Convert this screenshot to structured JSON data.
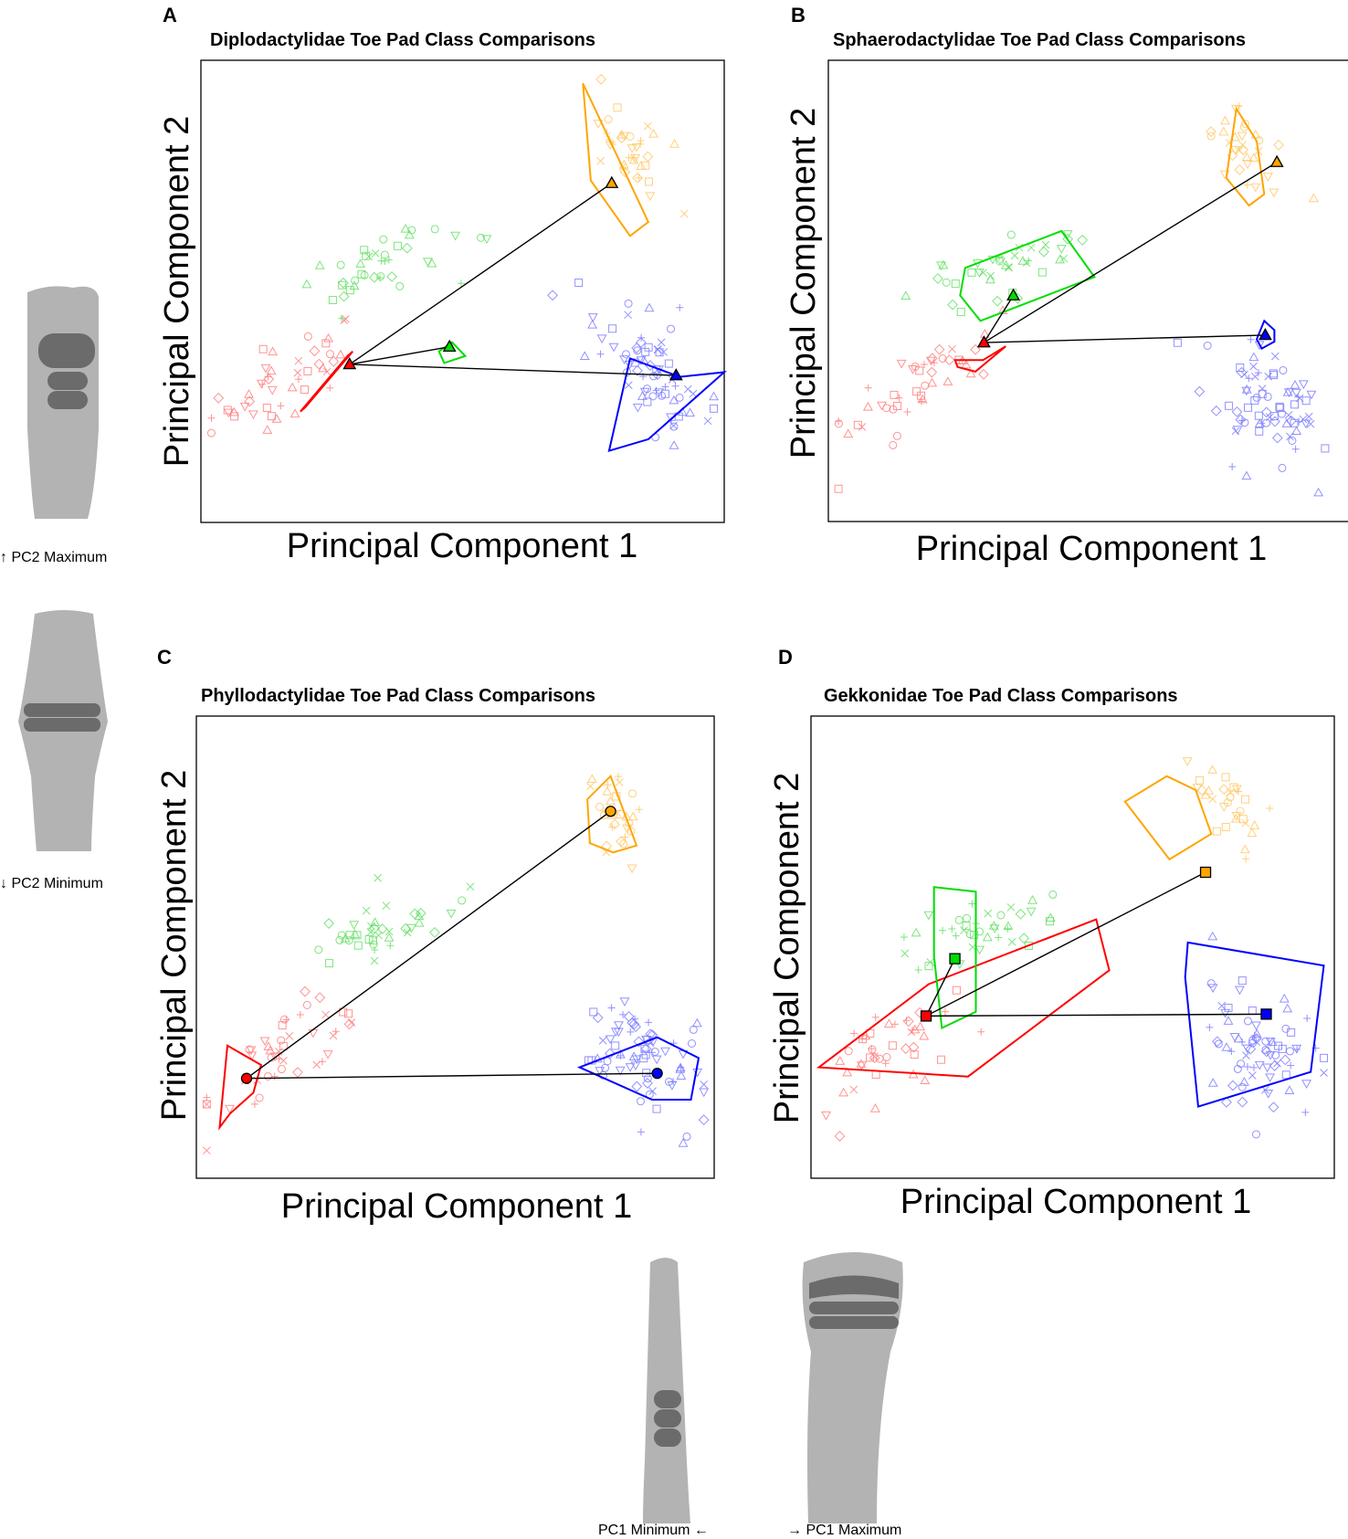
{
  "colors": {
    "red": "#ff0000",
    "green": "#00dd00",
    "orange": "#ffa500",
    "blue": "#0000ff",
    "toe_light": "#b3b3b3",
    "toe_dark": "#6b6b6b"
  },
  "panels": [
    {
      "letter": "A",
      "title": "Diplodactylidae Toe Pad Class Comparisons",
      "xlabel": "Principal Component 1",
      "ylabel": "Principal Component 2"
    },
    {
      "letter": "B",
      "title": "Sphaerodactylidae Toe Pad Class Comparisons",
      "xlabel": "Principal Component 1",
      "ylabel": "Principal Component 2"
    },
    {
      "letter": "C",
      "title": "Phyllodactylidae Toe Pad Class Comparisons",
      "xlabel": "Principal Component 1",
      "ylabel": "Principal Component 2"
    },
    {
      "letter": "D",
      "title": "Gekkonidae Toe Pad Class Comparisons",
      "xlabel": "Principal Component 1",
      "ylabel": "Principal Component 2"
    }
  ],
  "toe_captions": {
    "pc2_max": "↑ PC2 Maximum",
    "pc2_min": "↓ PC2 Minimum",
    "pc1_min": "PC1 Minimum ←",
    "pc1_max": "→ PC1 Maximum"
  },
  "chart_data": [
    {
      "type": "scatter",
      "title": "Diplodactylidae Toe Pad Class Comparisons",
      "xlabel": "Principal Component 1",
      "ylabel": "Principal Component 2",
      "xlim": [
        0,
        10
      ],
      "ylim": [
        0,
        10
      ],
      "background_groups": [
        {
          "color": "red",
          "center": [
            1.5,
            3.1
          ],
          "spread": [
            1.4,
            0.9
          ],
          "n": 45,
          "slope": 0.55
        },
        {
          "color": "green",
          "center": [
            3.4,
            5.5
          ],
          "spread": [
            1.3,
            0.8
          ],
          "n": 40,
          "slope": 0.3
        },
        {
          "color": "orange",
          "center": [
            8.2,
            8.0
          ],
          "spread": [
            0.6,
            1.0
          ],
          "n": 35,
          "slope": -0.8
        },
        {
          "color": "blue",
          "center": [
            8.6,
            3.3
          ],
          "spread": [
            0.9,
            1.3
          ],
          "n": 70,
          "slope": -0.5
        }
      ],
      "hulls": [
        {
          "color": "red",
          "points": [
            [
              1.9,
              2.4
            ],
            [
              2.8,
              3.6
            ],
            [
              2.9,
              3.7
            ],
            [
              2.0,
              2.5
            ]
          ]
        },
        {
          "color": "green",
          "points": [
            [
              4.55,
              3.7
            ],
            [
              4.8,
              3.9
            ],
            [
              5.05,
              3.6
            ],
            [
              4.65,
              3.45
            ]
          ]
        },
        {
          "color": "orange",
          "points": [
            [
              7.3,
              9.5
            ],
            [
              8.55,
              6.5
            ],
            [
              8.2,
              6.2
            ],
            [
              7.45,
              7.4
            ]
          ]
        },
        {
          "color": "blue",
          "points": [
            [
              8.2,
              3.55
            ],
            [
              9.15,
              3.15
            ],
            [
              10.0,
              3.25
            ],
            [
              8.55,
              1.8
            ],
            [
              7.8,
              1.55
            ]
          ]
        }
      ],
      "centroids": [
        {
          "color": "red",
          "marker": "triangle",
          "x": 2.84,
          "y": 3.42
        },
        {
          "color": "green",
          "marker": "triangle",
          "x": 4.75,
          "y": 3.8
        },
        {
          "color": "orange",
          "marker": "triangle",
          "x": 7.85,
          "y": 7.34
        },
        {
          "color": "blue",
          "marker": "triangle",
          "x": 9.08,
          "y": 3.18
        }
      ],
      "vectors_from": "red",
      "vectors_to": [
        "green",
        "orange",
        "blue"
      ]
    },
    {
      "type": "scatter",
      "title": "Sphaerodactylidae Toe Pad Class Comparisons",
      "xlabel": "Principal Component 1",
      "ylabel": "Principal Component 2",
      "xlim": [
        0,
        10
      ],
      "ylim": [
        0,
        10
      ],
      "background_groups": [
        {
          "color": "red",
          "center": [
            1.6,
            2.9
          ],
          "spread": [
            1.4,
            0.9
          ],
          "n": 45,
          "slope": 0.55
        },
        {
          "color": "green",
          "center": [
            3.2,
            5.4
          ],
          "spread": [
            1.3,
            0.9
          ],
          "n": 40,
          "slope": 0.3
        },
        {
          "color": "orange",
          "center": [
            8.2,
            8.0
          ],
          "spread": [
            0.7,
            1.0
          ],
          "n": 30,
          "slope": -0.6
        },
        {
          "color": "blue",
          "center": [
            8.6,
            2.6
          ],
          "spread": [
            1.0,
            1.3
          ],
          "n": 75,
          "slope": -0.4
        }
      ],
      "hulls": [
        {
          "color": "red",
          "points": [
            [
              2.5,
              3.5
            ],
            [
              3.05,
              3.5
            ],
            [
              3.5,
              3.8
            ],
            [
              2.9,
              3.25
            ],
            [
              2.55,
              3.35
            ]
          ]
        },
        {
          "color": "green",
          "points": [
            [
              2.7,
              5.5
            ],
            [
              4.6,
              6.3
            ],
            [
              5.25,
              5.3
            ],
            [
              3.0,
              4.35
            ],
            [
              2.6,
              4.9
            ]
          ]
        },
        {
          "color": "orange",
          "points": [
            [
              8.05,
              8.95
            ],
            [
              8.45,
              8.25
            ],
            [
              8.6,
              7.1
            ],
            [
              8.3,
              6.85
            ],
            [
              7.85,
              7.45
            ]
          ]
        },
        {
          "color": "blue",
          "points": [
            [
              8.6,
              4.35
            ],
            [
              8.8,
              4.15
            ],
            [
              8.8,
              3.9
            ],
            [
              8.55,
              3.75
            ],
            [
              8.45,
              3.95
            ]
          ]
        }
      ],
      "centroids": [
        {
          "color": "red",
          "marker": "triangle",
          "x": 3.07,
          "y": 3.88
        },
        {
          "color": "green",
          "marker": "triangle",
          "x": 3.65,
          "y": 4.9
        },
        {
          "color": "orange",
          "marker": "triangle",
          "x": 8.85,
          "y": 7.79
        },
        {
          "color": "blue",
          "marker": "triangle",
          "x": 8.62,
          "y": 4.04
        }
      ],
      "vectors_from": "red",
      "vectors_to": [
        "green",
        "orange",
        "blue"
      ]
    },
    {
      "type": "scatter",
      "title": "Phyllodactylidae Toe Pad Class Comparisons",
      "xlabel": "Principal Component 1",
      "ylabel": "Principal Component 2",
      "xlim": [
        0,
        10
      ],
      "ylim": [
        0,
        10
      ],
      "background_groups": [
        {
          "color": "red",
          "center": [
            1.6,
            2.8
          ],
          "spread": [
            1.4,
            0.9
          ],
          "n": 45,
          "slope": 0.55
        },
        {
          "color": "green",
          "center": [
            3.3,
            5.3
          ],
          "spread": [
            1.3,
            0.8
          ],
          "n": 40,
          "slope": 0.3
        },
        {
          "color": "orange",
          "center": [
            8.0,
            7.9
          ],
          "spread": [
            0.6,
            1.0
          ],
          "n": 30,
          "slope": -0.6
        },
        {
          "color": "blue",
          "center": [
            8.6,
            2.7
          ],
          "spread": [
            1.0,
            1.3
          ],
          "n": 75,
          "slope": -0.4
        }
      ],
      "hulls": [
        {
          "color": "red",
          "points": [
            [
              0.6,
              2.87
            ],
            [
              1.25,
              2.45
            ],
            [
              1.1,
              1.85
            ],
            [
              0.65,
              1.4
            ],
            [
              0.45,
              1.1
            ]
          ]
        },
        {
          "color": "orange",
          "points": [
            [
              8.0,
              8.7
            ],
            [
              8.5,
              7.2
            ],
            [
              8.05,
              7.05
            ],
            [
              7.6,
              7.25
            ],
            [
              7.55,
              8.2
            ]
          ]
        },
        {
          "color": "blue",
          "points": [
            [
              8.9,
              3.05
            ],
            [
              9.7,
              2.6
            ],
            [
              9.55,
              1.7
            ],
            [
              8.8,
              1.7
            ],
            [
              7.4,
              2.4
            ]
          ]
        }
      ],
      "centroids": [
        {
          "color": "red",
          "marker": "circle",
          "x": 0.97,
          "y": 2.16
        },
        {
          "color": "orange",
          "marker": "circle",
          "x": 8.0,
          "y": 7.94
        },
        {
          "color": "blue",
          "marker": "circle",
          "x": 8.9,
          "y": 2.27
        }
      ],
      "vectors_from": "red",
      "vectors_to": [
        "orange",
        "blue"
      ]
    },
    {
      "type": "scatter",
      "title": "Gekkonidae Toe Pad Class Comparisons",
      "xlabel": "Principal Component 1",
      "ylabel": "Principal Component 2",
      "xlim": [
        0,
        10
      ],
      "ylim": [
        0,
        10
      ],
      "background_groups": [
        {
          "color": "red",
          "center": [
            1.5,
            2.8
          ],
          "spread": [
            1.4,
            0.9
          ],
          "n": 45,
          "slope": 0.55
        },
        {
          "color": "green",
          "center": [
            3.2,
            5.4
          ],
          "spread": [
            1.3,
            0.8
          ],
          "n": 40,
          "slope": 0.3
        },
        {
          "color": "orange",
          "center": [
            8.0,
            8.0
          ],
          "spread": [
            0.6,
            1.0
          ],
          "n": 30,
          "slope": -0.6
        },
        {
          "color": "blue",
          "center": [
            8.6,
            2.8
          ],
          "spread": [
            1.0,
            1.3
          ],
          "n": 75,
          "slope": -0.4
        }
      ],
      "hulls": [
        {
          "color": "red",
          "points": [
            [
              2.25,
              4.2
            ],
            [
              5.45,
              5.6
            ],
            [
              5.7,
              4.5
            ],
            [
              3.0,
              2.2
            ],
            [
              0.15,
              2.4
            ]
          ]
        },
        {
          "color": "green",
          "points": [
            [
              2.35,
              6.3
            ],
            [
              3.15,
              6.2
            ],
            [
              3.15,
              3.6
            ],
            [
              2.5,
              3.25
            ],
            [
              2.35,
              4.8
            ]
          ]
        },
        {
          "color": "orange",
          "points": [
            [
              6.8,
              8.7
            ],
            [
              7.35,
              8.4
            ],
            [
              7.65,
              7.45
            ],
            [
              6.85,
              6.9
            ],
            [
              6.0,
              8.15
            ]
          ]
        },
        {
          "color": "blue",
          "points": [
            [
              7.2,
              5.1
            ],
            [
              9.8,
              4.6
            ],
            [
              9.55,
              2.3
            ],
            [
              7.4,
              1.55
            ],
            [
              7.15,
              4.35
            ]
          ]
        }
      ],
      "centroids": [
        {
          "color": "red",
          "marker": "square",
          "x": 2.2,
          "y": 3.51
        },
        {
          "color": "green",
          "marker": "square",
          "x": 2.75,
          "y": 4.75
        },
        {
          "color": "orange",
          "marker": "square",
          "x": 7.54,
          "y": 6.62
        },
        {
          "color": "blue",
          "marker": "square",
          "x": 8.7,
          "y": 3.55
        }
      ],
      "vectors_from": "red",
      "vectors_to": [
        "green",
        "orange",
        "blue"
      ]
    }
  ]
}
